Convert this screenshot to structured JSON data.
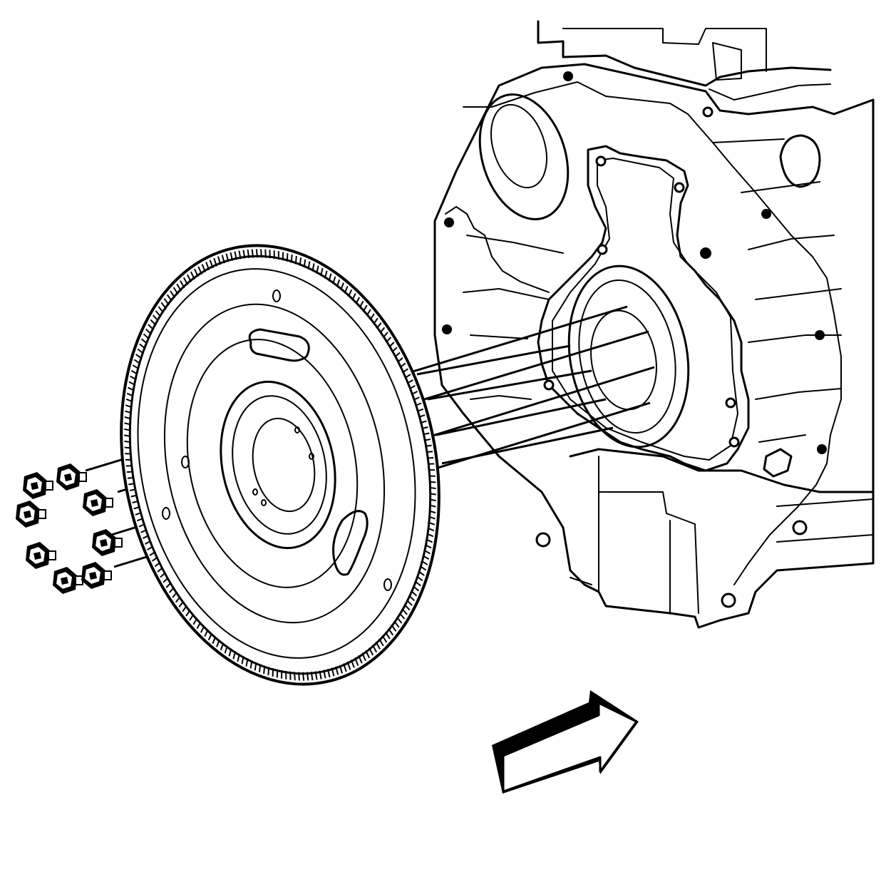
{
  "illustration": {
    "components": [
      "engine-block",
      "flywheel",
      "flywheel-bolts",
      "direction-arrow"
    ],
    "bolt_count": 8,
    "colors": {
      "line": "#000000",
      "background": "#ffffff"
    }
  }
}
